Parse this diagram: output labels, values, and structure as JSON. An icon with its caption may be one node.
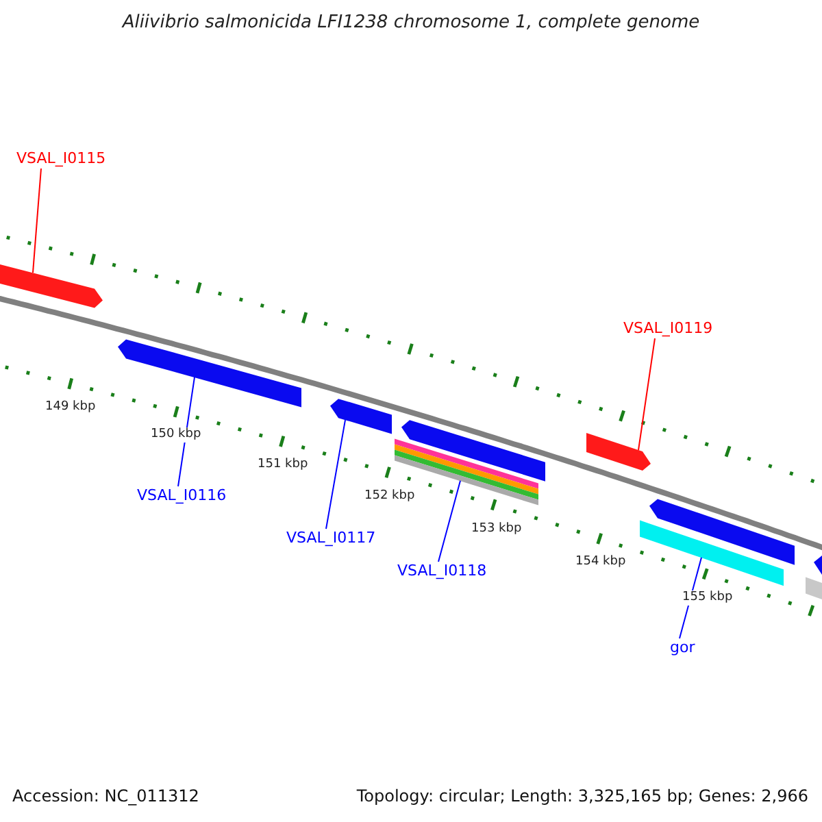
{
  "diagram": {
    "title": "Aliivibrio salmonicida LFI1238 chromosome 1, complete genome",
    "nodes": [
      {
        "text": [
          "VSAL_I0115"
        ]
      },
      {
        "text": [],
        "shape": "bar"
      },
      {
        "text": [],
        "shape": "bar"
      },
      {
        "text": [
          "VSAL_I0116"
        ]
      },
      {
        "text": [],
        "shape": "bar"
      },
      {
        "text": [
          "VSAL_I0117"
        ]
      },
      {
        "text": [],
        "shape": "bar"
      },
      {
        "text": [],
        "shape": "bar"
      },
      {
        "text": [],
        "shape": "bar"
      },
      {
        "text": [],
        "shape": "bar"
      },
      {
        "text": [],
        "shape": "bar"
      },
      {
        "text": [
          "VSAL_I0118"
        ]
      },
      {
        "text": [
          "VSAL_I0119"
        ]
      },
      {
        "text": [],
        "shape": "bar"
      },
      {
        "text": [],
        "shape": "bar"
      },
      {
        "text": [],
        "shape": "bar"
      },
      {
        "text": [
          "gor"
        ]
      },
      {
        "text": [],
        "shape": "bar"
      },
      {
        "text": [],
        "shape": "bar"
      }
    ],
    "edges": [
      {
        "from": 0,
        "to": 1,
        "arrow": "none",
        "color": "#ff0000"
      },
      {
        "from": 3,
        "to": 2,
        "arrow": "none"
      },
      {
        "from": 5,
        "to": 4,
        "arrow": "none"
      },
      {
        "from": 11,
        "to": 10,
        "arrow": "none"
      },
      {
        "from": 12,
        "to": 13,
        "arrow": "none",
        "color": "#ff0000"
      },
      {
        "from": 16,
        "to": 15,
        "arrow": "none"
      }
    ],
    "labels": [
      "149 kbp",
      "150 kbp",
      "151 kbp",
      "152 kbp",
      "153 kbp",
      "154 kbp",
      "155 kbp",
      "Accession: NC_011312",
      "Topology: circular; Length: 3,325,165 bp; Genes: 2,966"
    ]
  }
}
